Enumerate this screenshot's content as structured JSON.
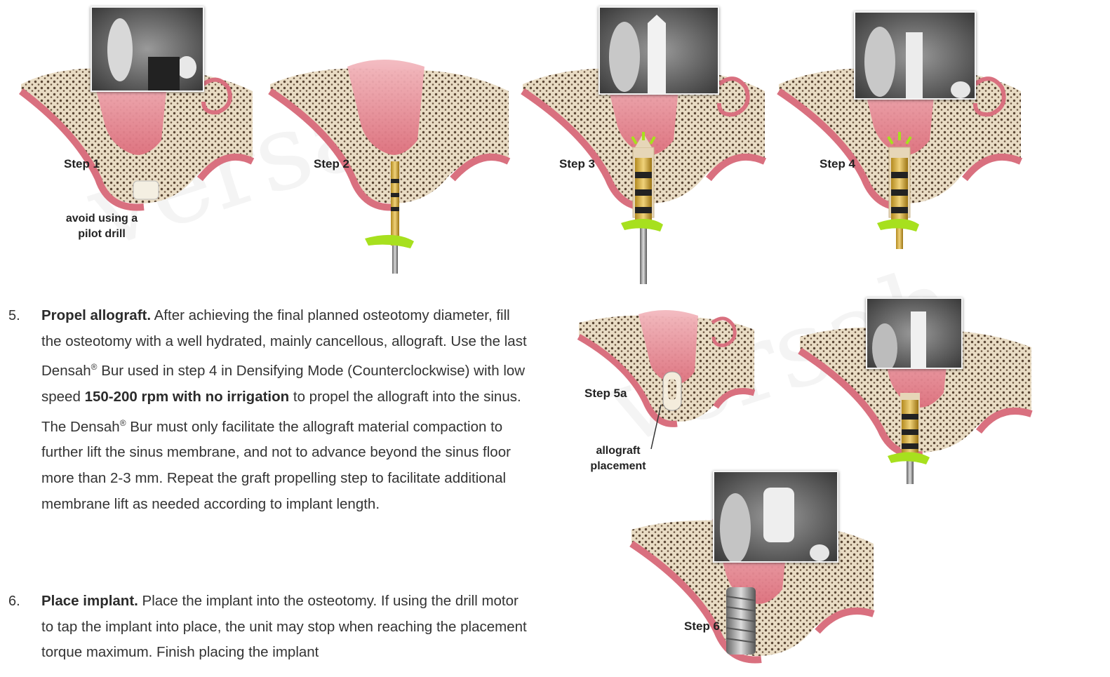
{
  "steps": {
    "step1": "Step 1",
    "step2": "Step 2",
    "step3": "Step 3",
    "step4": "Step 4",
    "step5a": "Step 5a",
    "step6": "Step 6"
  },
  "notes": {
    "pilot_line1": "avoid using a",
    "pilot_line2": "pilot drill",
    "allograft_line1": "allograft",
    "allograft_line2": "placement"
  },
  "watermark": "versah",
  "item5": {
    "number": "5.",
    "title": "Propel allograft.",
    "t1": " After achieving the final planned osteotomy diameter, fill the osteotomy with a well hydrated, mainly cancellous, allograft. Use the last Densah",
    "reg": "®",
    "t2": " Bur used in step 4 in Densifying Mode (Counterclockwise) with low speed ",
    "bold": "150-200 rpm with no irrigation",
    "t3": " to propel the allograft into the sinus. The Densah",
    "t4": " Bur must only facilitate the allograft material compaction to further lift the sinus membrane, and not to advance beyond the sinus floor more than 2-3 mm. Repeat the graft propelling step to facilitate additional membrane lift as needed according to implant length."
  },
  "item6": {
    "number": "6.",
    "title": "Place implant.",
    "text": " Place the implant into the osteotomy. If using the drill motor to tap the implant into place, the unit may stop when reaching the placement torque maximum. Finish placing the implant"
  }
}
